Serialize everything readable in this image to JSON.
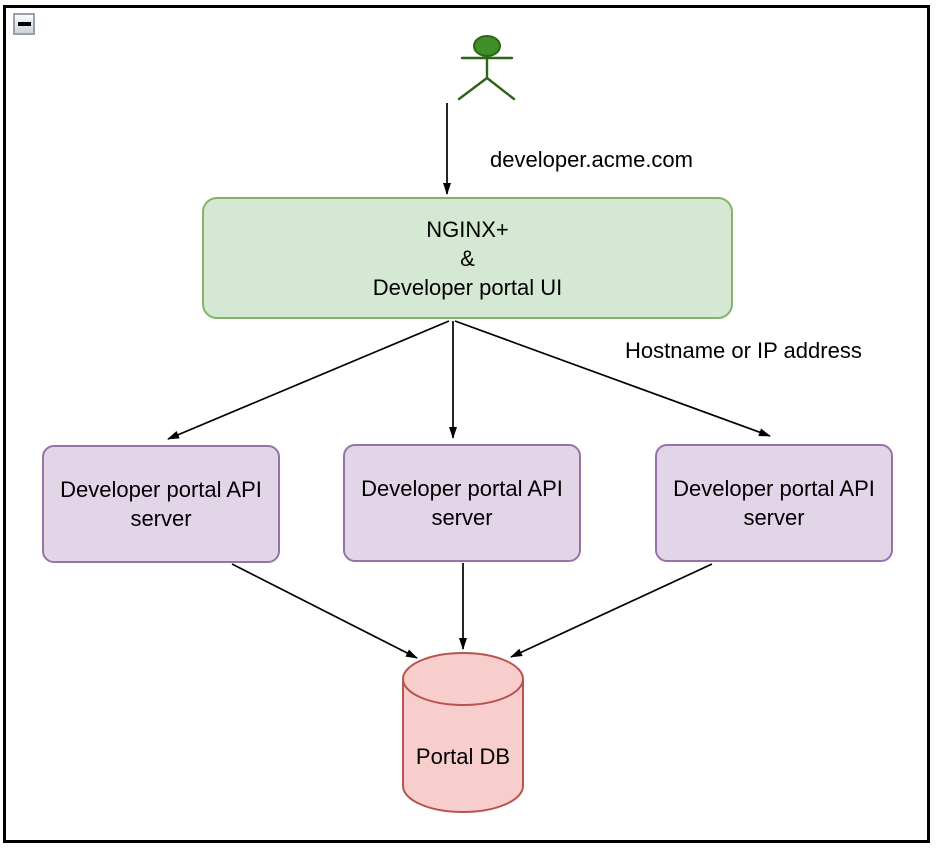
{
  "window": {
    "collapse_icon": "minus-icon"
  },
  "diagram": {
    "actor": {
      "name": "user",
      "fill": "#3f8f29",
      "stroke": "#2d6418"
    },
    "labels": {
      "request_url": "developer.acme.com",
      "backend_note": "Hostname or IP address"
    },
    "nodes": {
      "gateway": {
        "label": "NGINX+\n&\nDeveloper portal UI",
        "fill": "#d5e8d4",
        "stroke": "#82b366"
      },
      "api_servers": [
        {
          "label": "Developer portal API server"
        },
        {
          "label": "Developer portal API server"
        },
        {
          "label": "Developer portal API server"
        }
      ],
      "api_server_style": {
        "fill": "#e1d5e7",
        "stroke": "#9673a6"
      },
      "database": {
        "label": "Portal DB",
        "fill": "#f8cecc",
        "stroke": "#b85450"
      }
    },
    "edges": [
      {
        "from": "user",
        "to": "gateway",
        "label": "developer.acme.com"
      },
      {
        "from": "gateway",
        "to": "api-server-1"
      },
      {
        "from": "gateway",
        "to": "api-server-2"
      },
      {
        "from": "gateway",
        "to": "api-server-3",
        "label": "Hostname or IP address"
      },
      {
        "from": "api-server-1",
        "to": "database"
      },
      {
        "from": "api-server-2",
        "to": "database"
      },
      {
        "from": "api-server-3",
        "to": "database"
      }
    ],
    "edge_color": "#000000"
  }
}
